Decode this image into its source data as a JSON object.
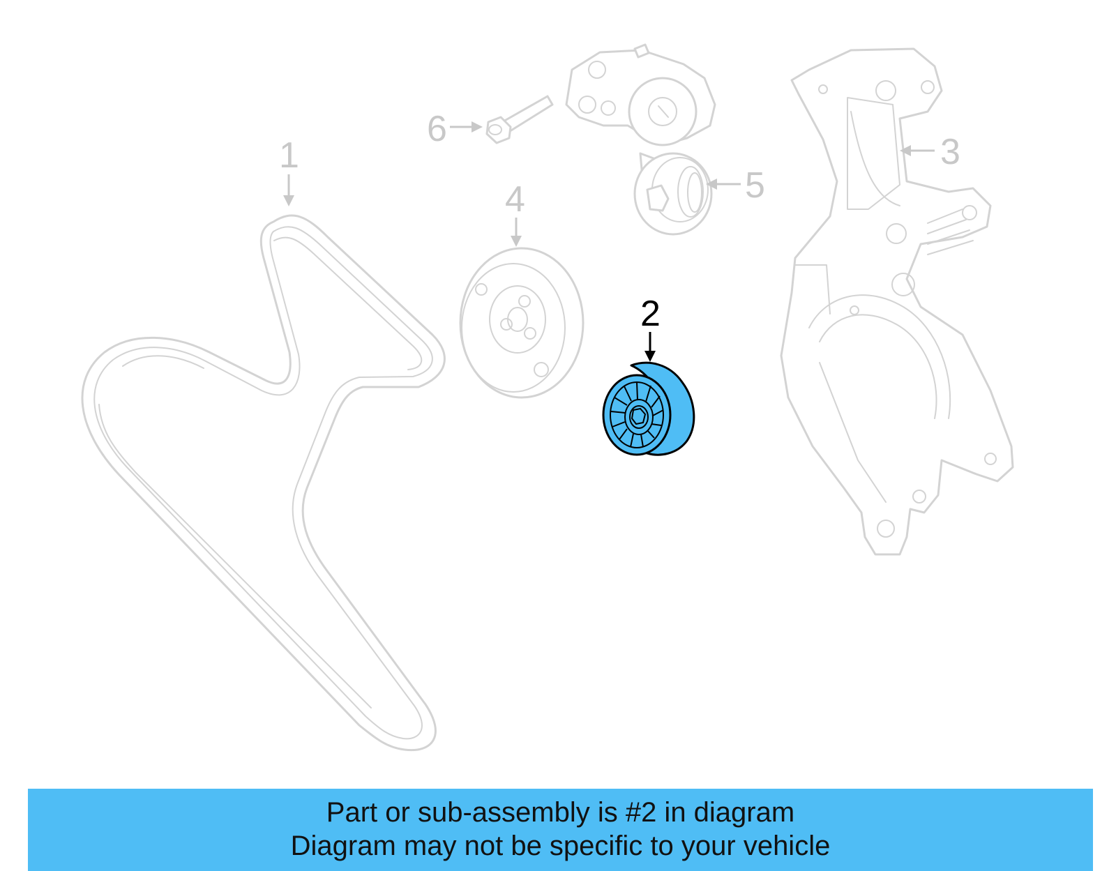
{
  "callouts": {
    "c1": "1",
    "c2": "2",
    "c3": "3",
    "c4": "4",
    "c5": "5",
    "c6": "6"
  },
  "banner": {
    "line1": "Part or sub-assembly is #2 in diagram",
    "line2": "Diagram may not be specific to your vehicle"
  },
  "colors": {
    "highlight": "#4fbdf5",
    "ghost_outline": "#d3d3d3",
    "banner_bg": "#4fbdf5"
  }
}
